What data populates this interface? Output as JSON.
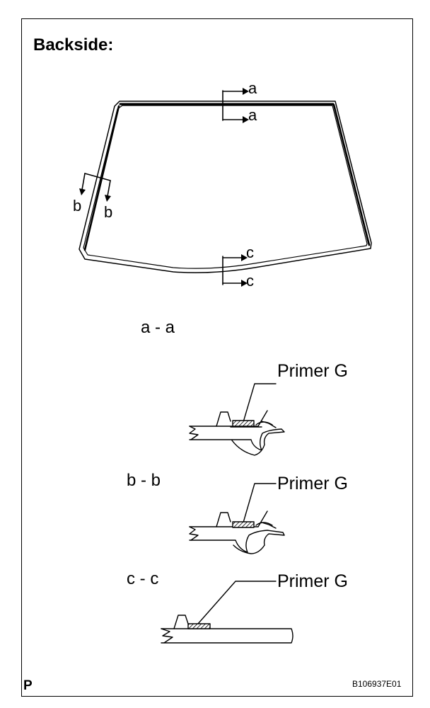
{
  "title": "Backside:",
  "markers": {
    "a": "a",
    "b": "b",
    "c": "c"
  },
  "sections": [
    {
      "label": "a - a",
      "callout": "Primer G"
    },
    {
      "label": "b - b",
      "callout": "Primer G"
    },
    {
      "label": "c - c",
      "callout": "Primer G"
    }
  ],
  "corner_letter": "P",
  "figure_code": "B106937E01"
}
